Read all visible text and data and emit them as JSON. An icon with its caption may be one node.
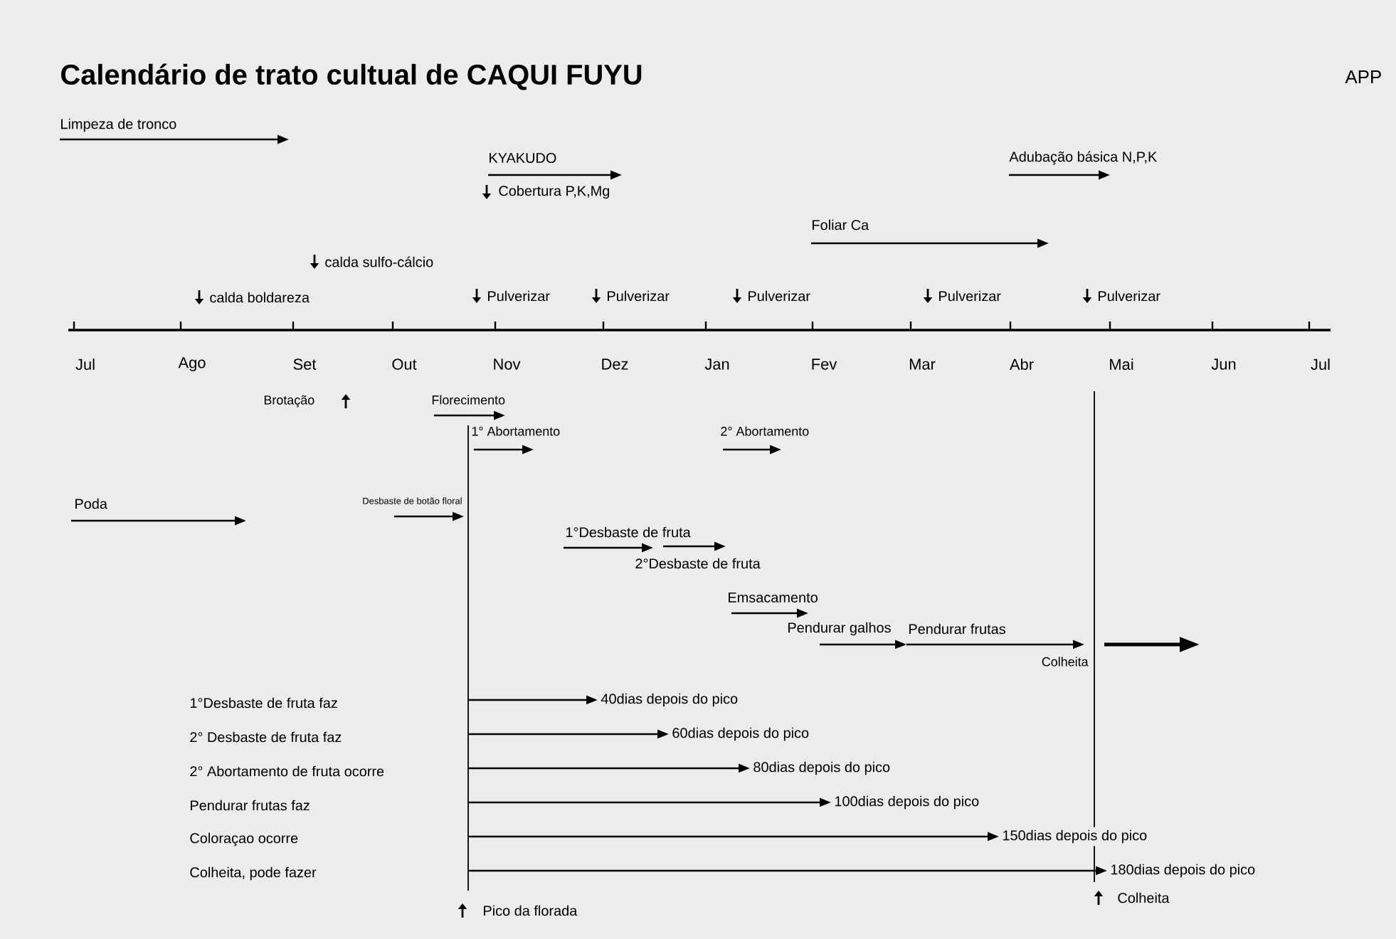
{
  "diagram": {
    "title": "Calendário de trato cultual de CAQUI FUYU",
    "nodes": [
      {
        "text": [
          "40dias depois do pico"
        ]
      },
      {
        "text": [
          "60dias depois do pico"
        ]
      },
      {
        "text": [
          "80dias depois do pico"
        ]
      },
      {
        "text": [
          "100dias depois do pico"
        ]
      },
      {
        "text": [
          "150dias depois do pico"
        ]
      },
      {
        "text": [
          "180dias depois do pico"
        ]
      }
    ],
    "edges": [
      {
        "from": null,
        "to": 0,
        "arrow": "to"
      },
      {
        "from": null,
        "to": 1,
        "arrow": "to"
      },
      {
        "from": null,
        "to": 2,
        "arrow": "to"
      },
      {
        "from": null,
        "to": 3,
        "arrow": "to"
      },
      {
        "from": null,
        "to": 4,
        "arrow": "to"
      },
      {
        "from": null,
        "to": 5,
        "arrow": "to"
      }
    ],
    "labels": [
      "APP",
      "Limpeza de tronco",
      "KYAKUDO",
      "Cobertura P,K,Mg",
      "Adubação básica N,P,K",
      "Foliar Ca",
      "calda sulfo-cálcio",
      "calda boldareza",
      "Pulverizar",
      "Pulverizar",
      "Pulverizar",
      "Pulverizar",
      "Pulverizar",
      "Jul",
      "Ago",
      "Set",
      "Out",
      "Nov",
      "Dez",
      "Jan",
      "Fev",
      "Mar",
      "Abr",
      "Mai",
      "Jun",
      "Jul",
      "Brotação",
      "Florecimento",
      "1° Abortamento",
      "2° Abortamento",
      "Poda",
      "Desbaste de botão floral",
      "1°Desbaste de fruta",
      "2°Desbaste de fruta",
      "Emsacamento",
      "Pendurar galhos",
      "Pendurar frutas",
      "Colheita",
      "1°Desbaste de fruta faz",
      "2° Desbaste de fruta faz",
      "2° Abortamento de fruta ocorre",
      "Pendurar frutas faz",
      "Coloraçao ocorre",
      "Colheita, pode fazer",
      "Pico da florada",
      "Colheita"
    ]
  }
}
